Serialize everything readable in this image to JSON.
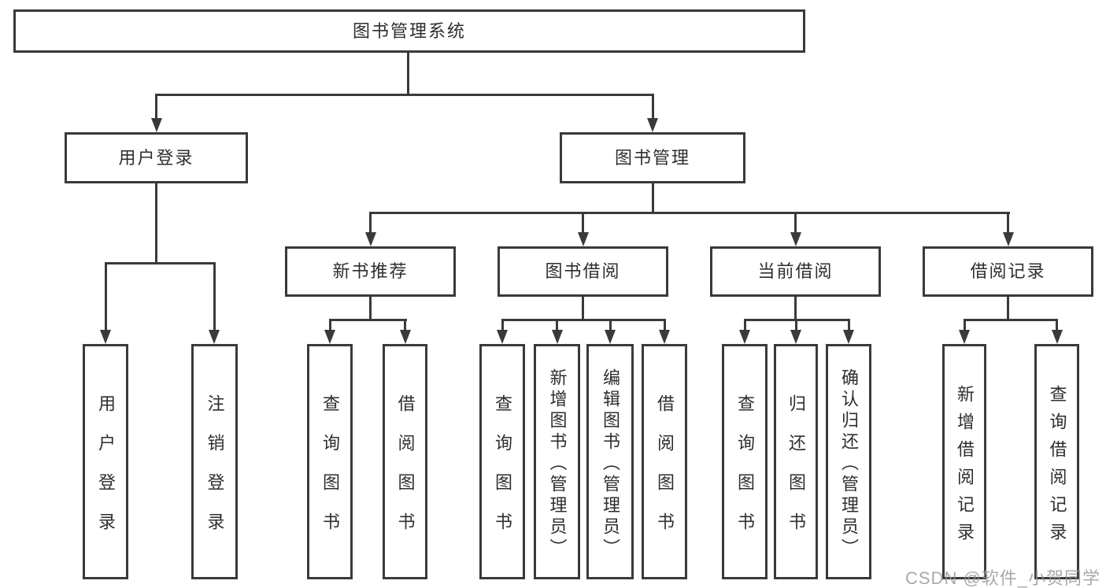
{
  "tree": {
    "label": "图书管理系统",
    "children": [
      {
        "label": "用户登录",
        "children": [
          {
            "label": "用户登录"
          },
          {
            "label": "注销登录"
          }
        ]
      },
      {
        "label": "图书管理",
        "children": [
          {
            "label": "新书推荐",
            "children": [
              {
                "label": "查询图书"
              },
              {
                "label": "借阅图书"
              }
            ]
          },
          {
            "label": "图书借阅",
            "children": [
              {
                "label": "查询图书"
              },
              {
                "label": "新增图书（管理员）"
              },
              {
                "label": "编辑图书（管理员）"
              },
              {
                "label": "借阅图书"
              }
            ]
          },
          {
            "label": "当前借阅",
            "children": [
              {
                "label": "查询图书"
              },
              {
                "label": "归还图书"
              },
              {
                "label": "确认归还（管理员）"
              }
            ]
          },
          {
            "label": "借阅记录",
            "children": [
              {
                "label": "新增借阅记录"
              },
              {
                "label": "查询借阅记录"
              }
            ]
          }
        ]
      }
    ]
  },
  "watermark": "CSDN @软件_小贺同学",
  "colors": {
    "line": "#3a3a3a",
    "text": "#2e2e2e",
    "box_background": "#ffffff",
    "watermark": "#96969c"
  }
}
